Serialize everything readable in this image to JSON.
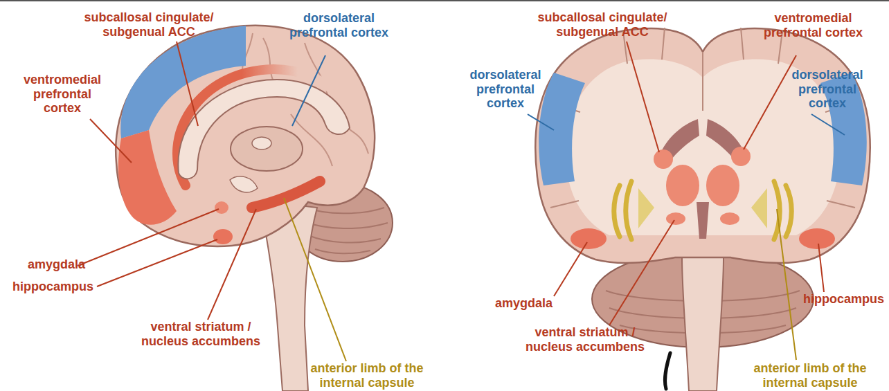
{
  "diagram": {
    "labels": [
      "subcallosal cingulate/ subgenual ACC",
      "dorsolateral prefrontal cortex",
      "ventromedial prefrontal cortex",
      "amygdala",
      "hippocampus",
      "ventral striatum / nucleus accumbens",
      "anterior limb of the internal capsule",
      "subcallosal cingulate/ subgenual ACC",
      "ventromedial prefrontal cortex",
      "dorsolateral prefrontal cortex",
      "dorsolateral prefrontal cortex",
      "amygdala",
      "ventral striatum / nucleus accumbens",
      "hippocampus",
      "anterior limb of the internal capsule"
    ]
  }
}
